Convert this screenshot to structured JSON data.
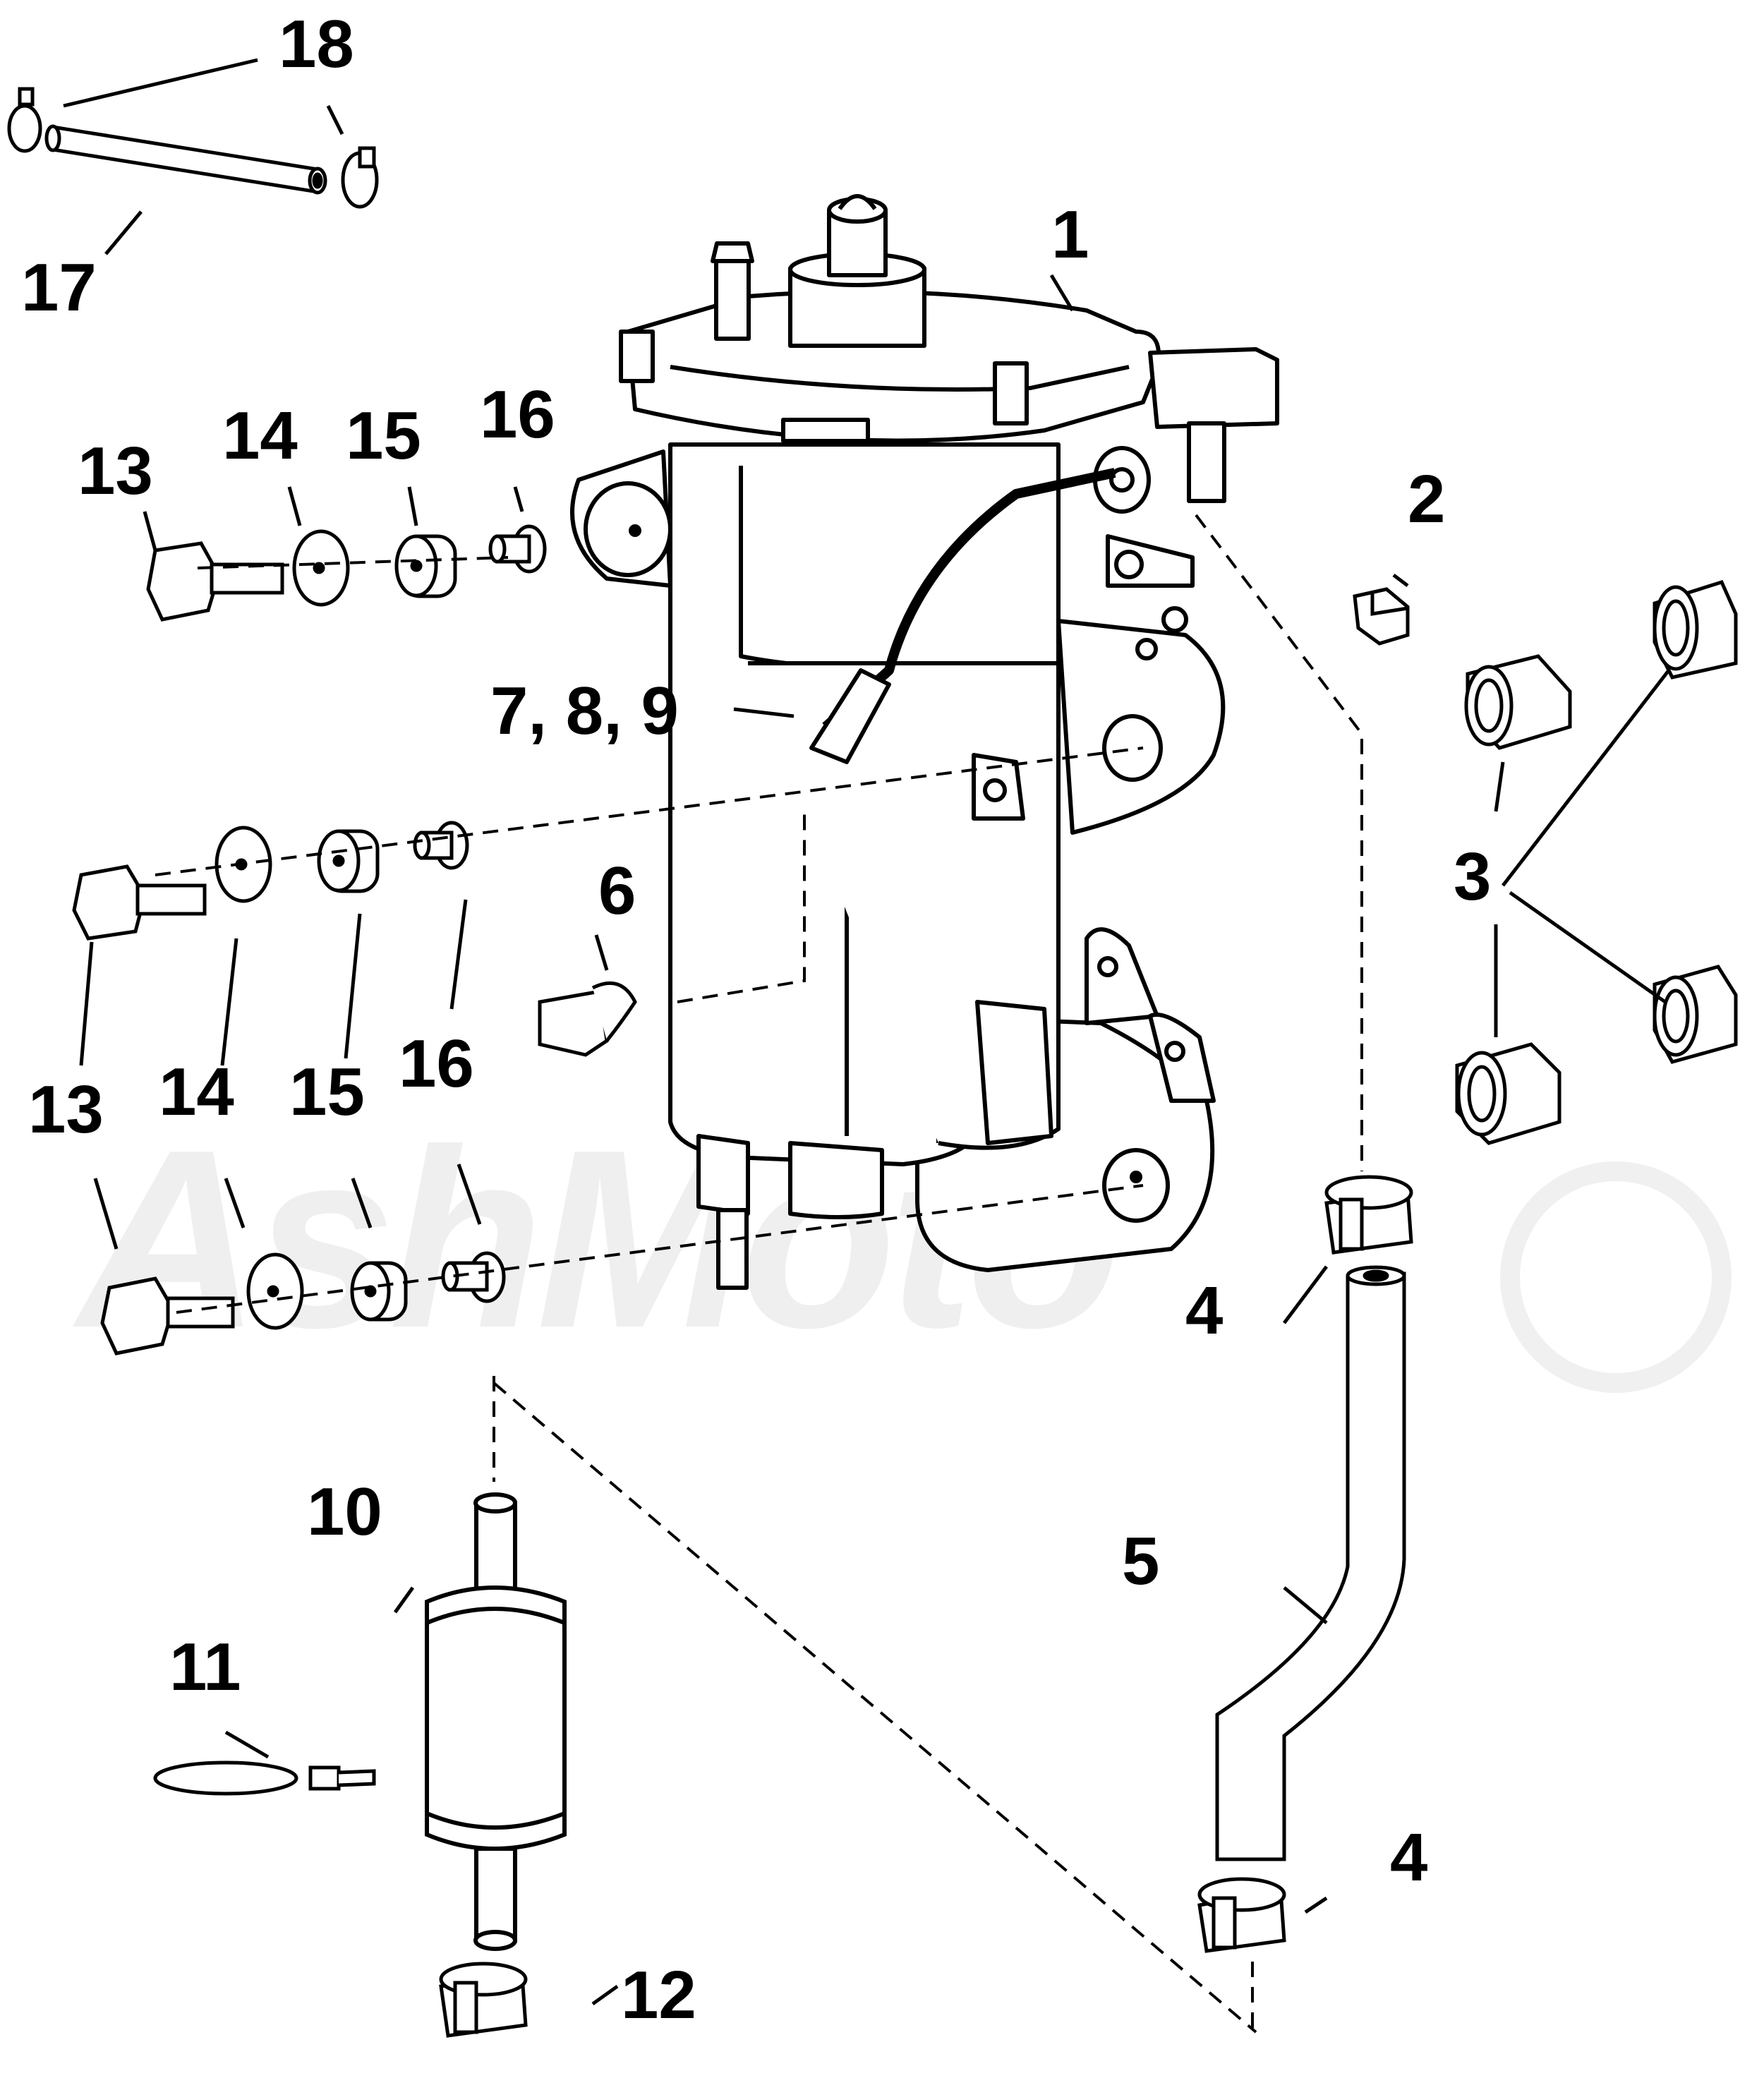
{
  "watermark": {
    "text": "AshMoto"
  },
  "callouts": [
    {
      "id": "c1",
      "label": "1"
    },
    {
      "id": "c2",
      "label": "2"
    },
    {
      "id": "c3",
      "label": "3"
    },
    {
      "id": "c4a",
      "label": "4"
    },
    {
      "id": "c4b",
      "label": "4"
    },
    {
      "id": "c5",
      "label": "5"
    },
    {
      "id": "c6",
      "label": "6"
    },
    {
      "id": "c789",
      "label": "7, 8, 9"
    },
    {
      "id": "c10",
      "label": "10"
    },
    {
      "id": "c11",
      "label": "11"
    },
    {
      "id": "c12",
      "label": "12"
    },
    {
      "id": "c13a",
      "label": "13"
    },
    {
      "id": "c13b",
      "label": "13"
    },
    {
      "id": "c14a",
      "label": "14"
    },
    {
      "id": "c14b",
      "label": "14"
    },
    {
      "id": "c15a",
      "label": "15"
    },
    {
      "id": "c15b",
      "label": "15"
    },
    {
      "id": "c16a",
      "label": "16"
    },
    {
      "id": "c16b",
      "label": "16"
    },
    {
      "id": "c17",
      "label": "17"
    },
    {
      "id": "c18",
      "label": "18"
    }
  ]
}
